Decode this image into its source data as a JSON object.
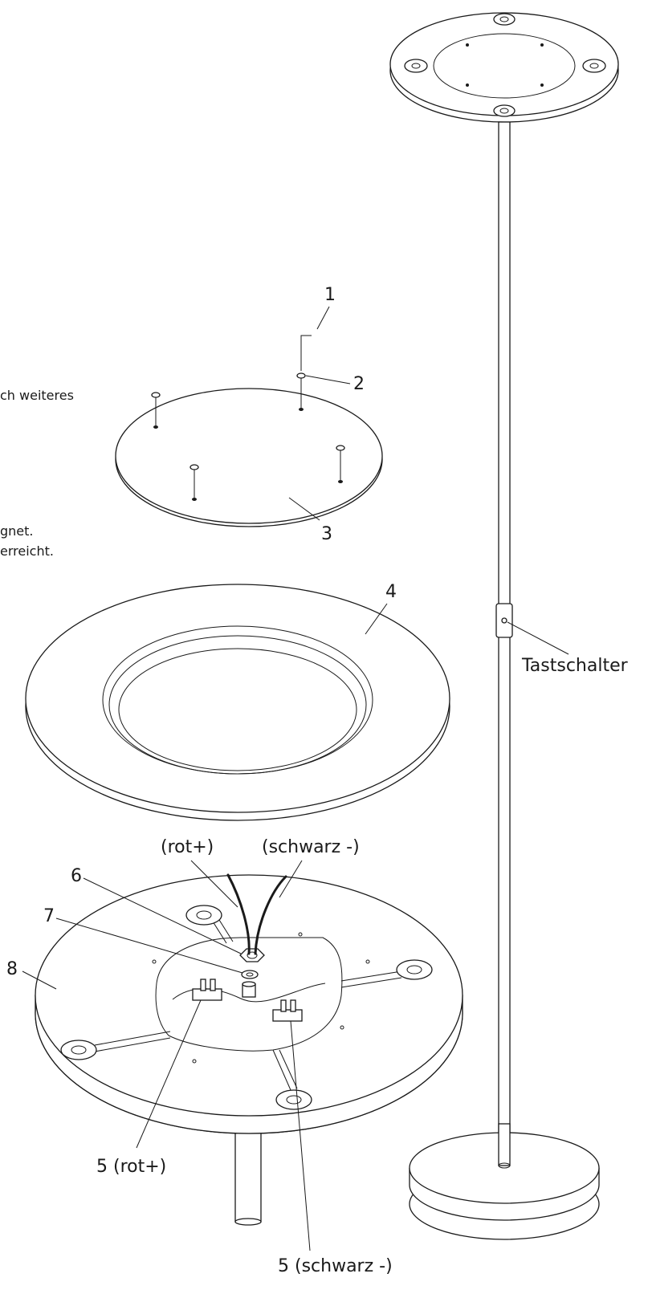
{
  "labels": {
    "item1": "1",
    "item2": "2",
    "item3": "3",
    "item4": "4",
    "item5_red": "5 (rot+)",
    "item5_black": "5 (schwarz -)",
    "item6": "6",
    "item7": "7",
    "item8": "8",
    "wire_red": "(rot+)",
    "wire_black": "(schwarz -)",
    "switch": "Tastschalter"
  },
  "cropped_text": {
    "line1": "ch weiteres",
    "line2": "gnet.",
    "line3": "erreicht."
  }
}
